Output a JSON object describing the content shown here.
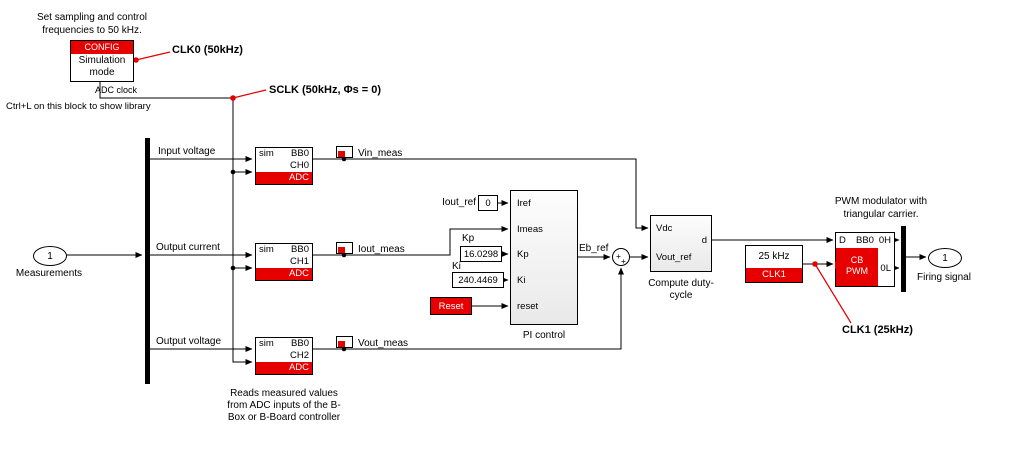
{
  "colors": {
    "accent_red": "#e60000"
  },
  "notes": {
    "config_note": "Set sampling and control frequencies to 50 kHz.",
    "library_hint": "Ctrl+L on this block to show library",
    "adc_clock": "ADC clock",
    "adc_caption": "Reads measured values from ADC inputs of the B-Box or B-Board controller",
    "pwm_caption": "PWM modulator with triangular carrier."
  },
  "callouts": {
    "clk0": "CLK0 (50kHz)",
    "sclk": "SCLK (50kHz, Φs = 0)",
    "clk1": "CLK1 (25kHz)"
  },
  "ports": {
    "input": {
      "number": "1",
      "label": "Measurements"
    },
    "output": {
      "number": "1",
      "label": "Firing signal"
    }
  },
  "config_block": {
    "header": "CONFIG",
    "body": "Simulation mode"
  },
  "adc_blocks": [
    {
      "mode": "sim",
      "board": "BB0",
      "channel": "CH0",
      "type": "ADC",
      "input_label": "Input voltage",
      "probe": "Vin_meas"
    },
    {
      "mode": "sim",
      "board": "BB0",
      "channel": "CH1",
      "type": "ADC",
      "input_label": "Output current",
      "probe": "Iout_meas"
    },
    {
      "mode": "sim",
      "board": "BB0",
      "channel": "CH2",
      "type": "ADC",
      "input_label": "Output voltage",
      "probe": "Vout_meas"
    }
  ],
  "constants": {
    "iout_ref": {
      "name": "Iout_ref",
      "value": "0"
    },
    "kp": {
      "name": "Kp",
      "value": "16.0298"
    },
    "ki": {
      "name": "Ki",
      "value": "240.4469"
    },
    "reset": {
      "label": "Reset"
    }
  },
  "pi_control": {
    "inputs": [
      "Iref",
      "Imeas",
      "Kp",
      "Ki",
      "reset"
    ],
    "output_signal": "Eb_ref",
    "caption": "PI control"
  },
  "sum": {
    "sign_top": "+",
    "sign_bottom": "+"
  },
  "compute_block": {
    "in_top": "Vdc",
    "in_bottom": "Vout_ref",
    "out": "d",
    "caption": "Compute duty-cycle"
  },
  "clk1_block": {
    "value": "25 kHz",
    "label": "CLK1"
  },
  "pwm_block": {
    "in_d": "D",
    "board": "BB0",
    "out_high": "0H",
    "out_low": "0L",
    "mode": "CB",
    "type": "PWM"
  }
}
